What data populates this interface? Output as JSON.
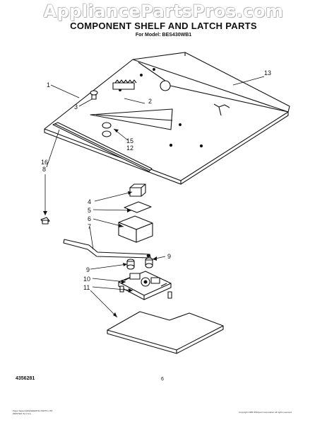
{
  "watermark": "AppliancePartsPros.com",
  "title": "COMPONENT SHELF AND LATCH PARTS",
  "model_line": "For Model: BES430WB1",
  "callouts": {
    "c1": "1",
    "c2": "2",
    "c3": "3",
    "c4": "4",
    "c5": "5",
    "c6": "6",
    "c7": "7",
    "c8": "8",
    "c9a": "9",
    "c9b": "9",
    "c10": "10",
    "c11": "11",
    "c12": "12",
    "c13": "13",
    "c15": "15",
    "c16": "16"
  },
  "doc_number": "4356281",
  "page_number": "6",
  "footer_left": "Paper based ENGINEERING PARTS LIST PRINTED IN U.S.A.",
  "footer_right": "Copyright 1986 Whirlpool Corporation All rights reserved"
}
